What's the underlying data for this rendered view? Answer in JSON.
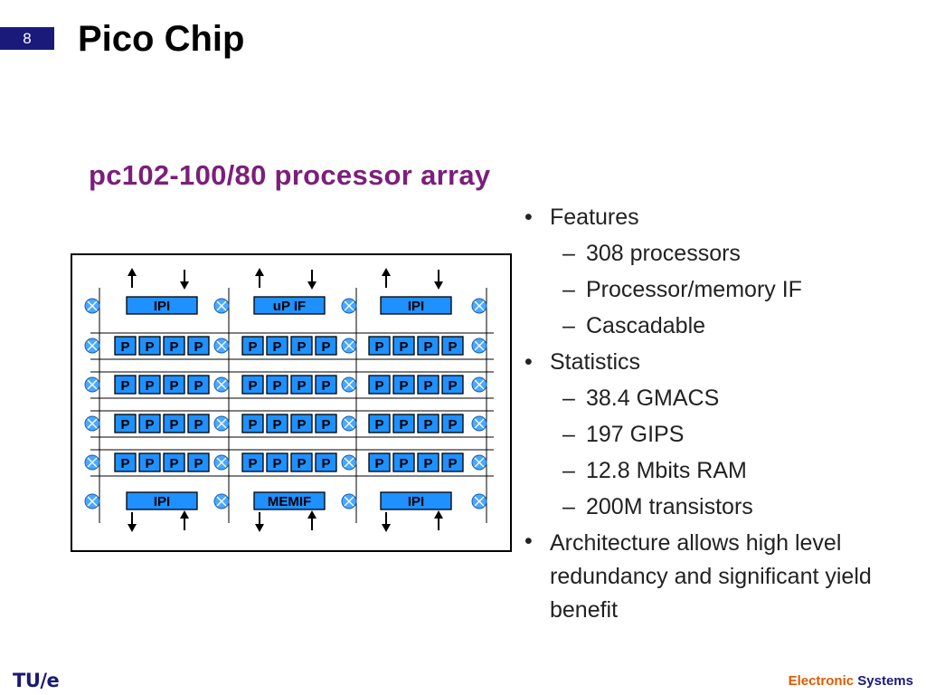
{
  "slide": {
    "number": "8",
    "title": "Pico Chip",
    "subtitle": "pc102-100/80 processor array"
  },
  "diagram": {
    "top_labels": [
      "IPI",
      "uP IF",
      "IPI"
    ],
    "bottom_labels": [
      "IPI",
      "MEMIF",
      "IPI"
    ],
    "processor_label": "P",
    "colors": {
      "block": "#1e90ff",
      "node": "#4aa8ff",
      "outline": "#000000"
    }
  },
  "bullets": [
    {
      "text": "Features",
      "subs": [
        "308 processors",
        "Processor/memory IF",
        "Cascadable"
      ]
    },
    {
      "text": "Statistics",
      "subs": [
        "38.4 GMACS",
        "197 GIPS",
        "12.8 Mbits RAM",
        "200M transistors"
      ]
    },
    {
      "text": "Architecture allows high level redundancy and significant yield benefit",
      "subs": []
    }
  ],
  "footer": {
    "logo": "TU/e",
    "label_a": "Electronic",
    "label_b": "Systems"
  },
  "colors": {
    "title_accent": "#7b1f7a",
    "slide_number_bg": "#1a1a7a",
    "footer_orange": "#e05a00",
    "footer_blue": "#1a1a7a"
  }
}
